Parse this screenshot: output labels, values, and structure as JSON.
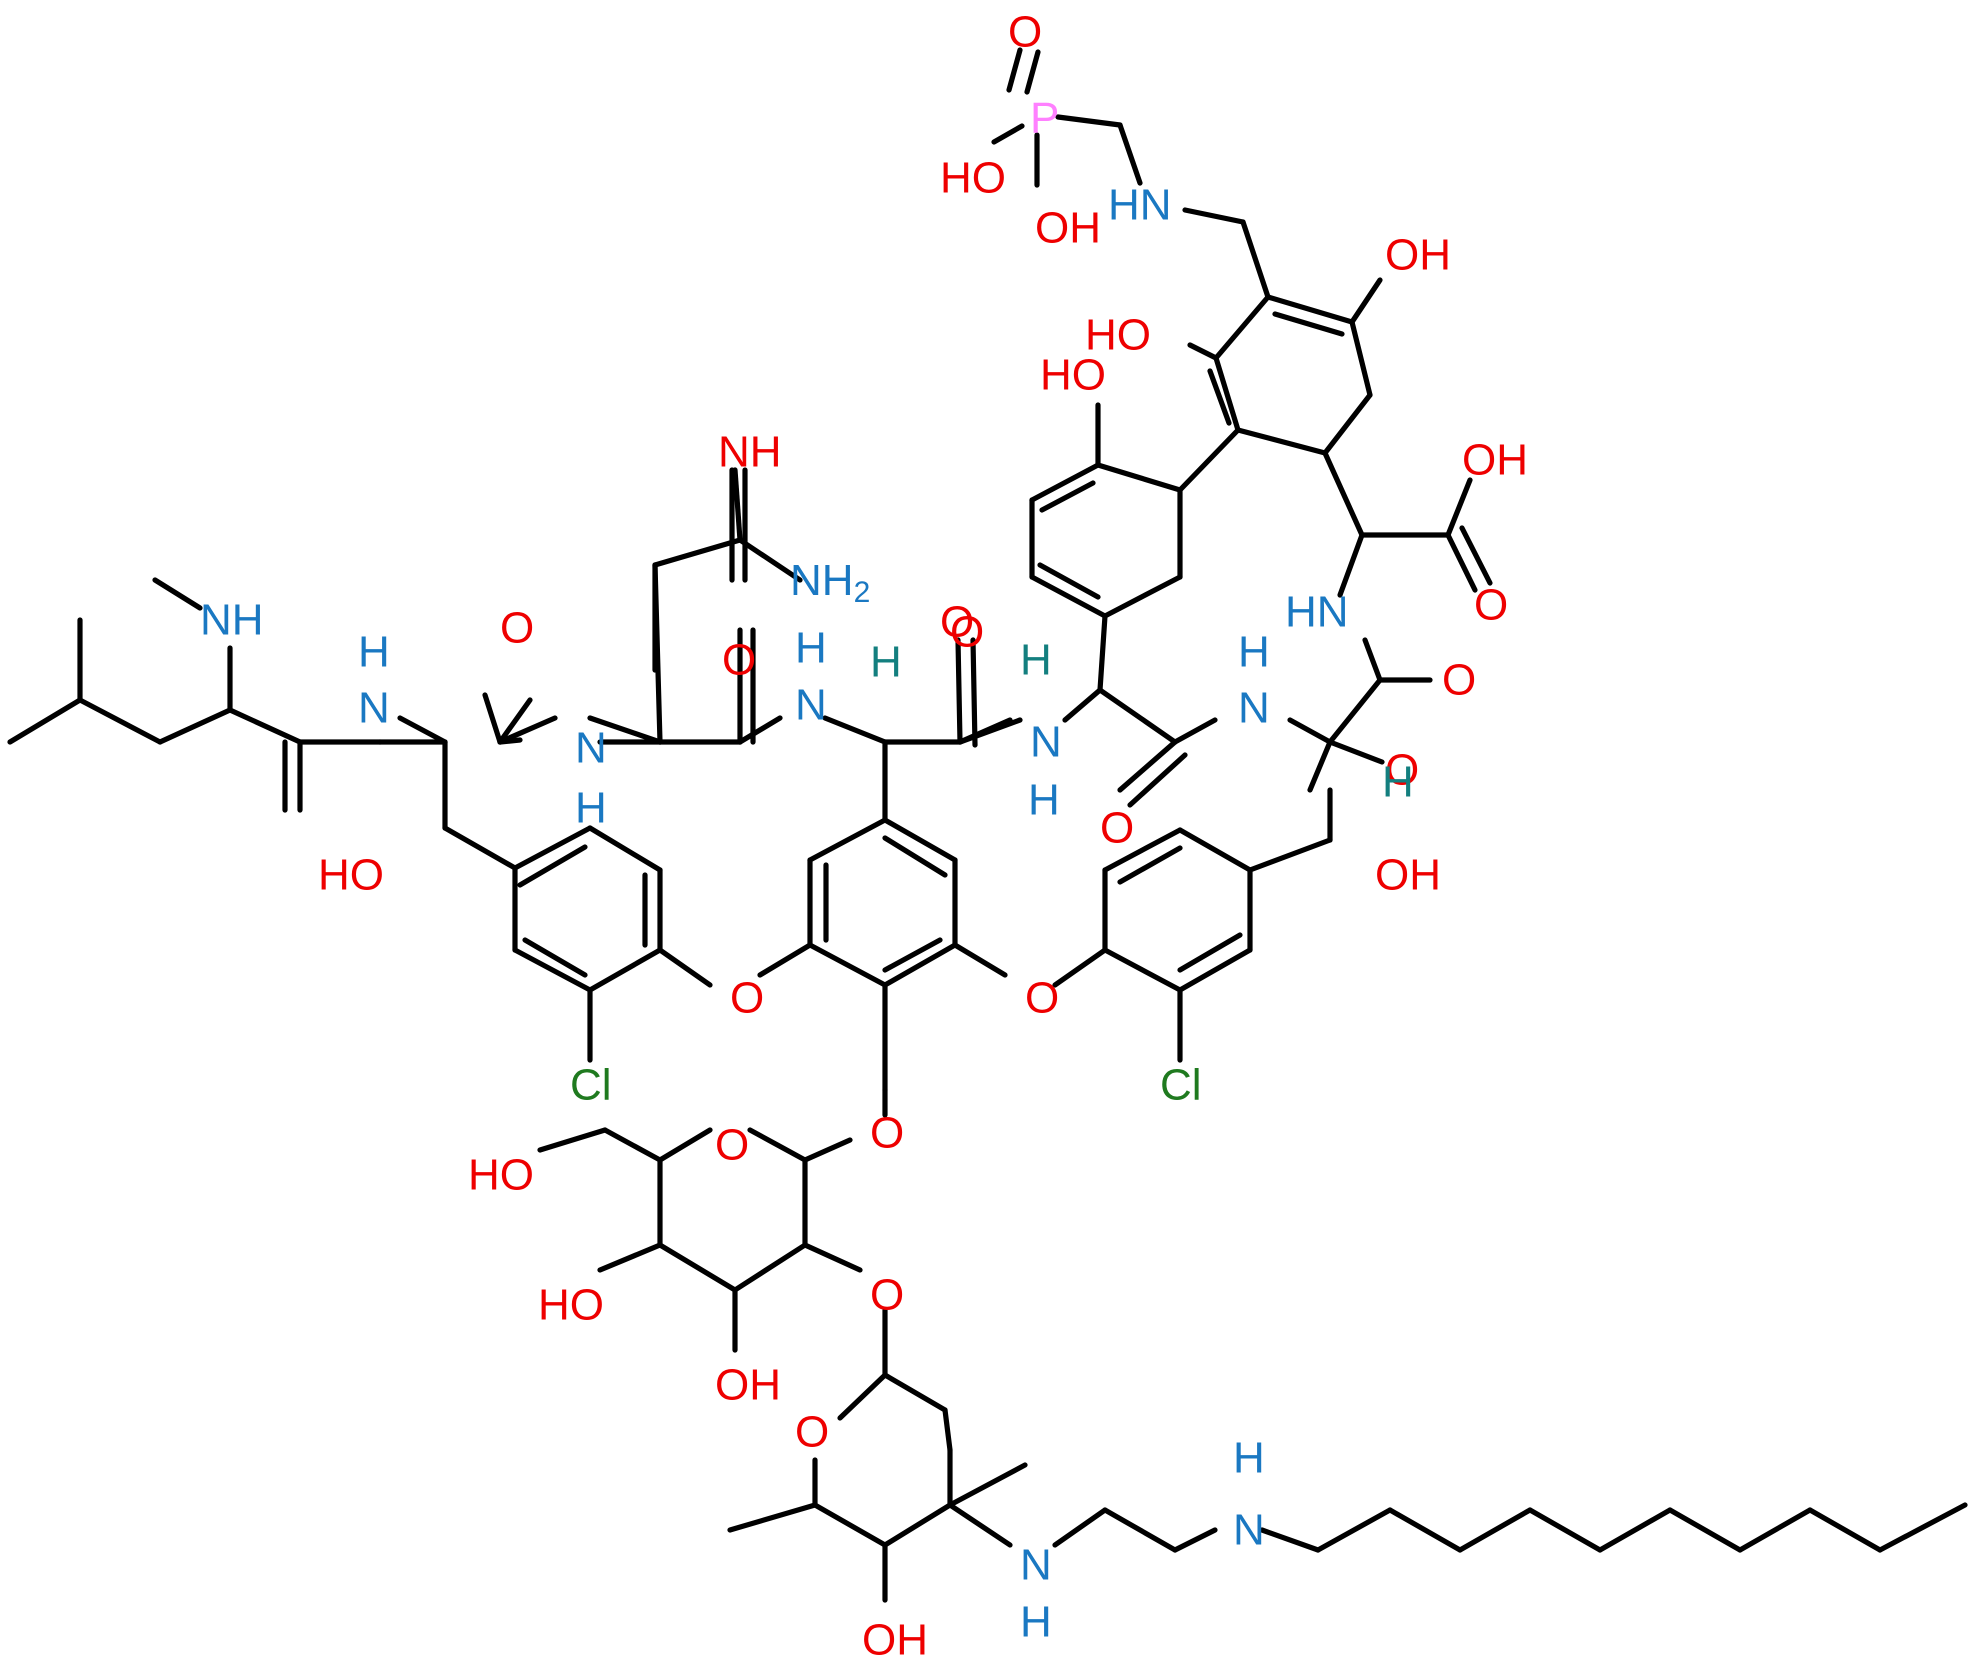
{
  "diagram": {
    "type": "chemical-structure",
    "colors": {
      "bond": "#000000",
      "O": "#ee0000",
      "N": "#1a78c2",
      "Cl": "#1f7a1f",
      "P": "#ff80ff",
      "H_stereo": "#137f7f"
    },
    "atom_labels": [
      {
        "id": "a1",
        "text": "O",
        "el": "O"
      },
      {
        "id": "a2",
        "text": "P",
        "el": "P"
      },
      {
        "id": "a3",
        "text": "HO",
        "el": "O"
      },
      {
        "id": "a4",
        "text": "OH",
        "el": "O"
      },
      {
        "id": "a5",
        "text": "HN",
        "el": "N"
      },
      {
        "id": "a6",
        "text": "OH",
        "el": "O"
      },
      {
        "id": "a7",
        "text": "HO",
        "el": "O"
      },
      {
        "id": "a8",
        "text": "HO",
        "el": "O"
      },
      {
        "id": "a9",
        "text": "OH",
        "el": "O"
      },
      {
        "id": "a10",
        "text": "O",
        "el": "O"
      },
      {
        "id": "a11",
        "text": "NH",
        "sub": "2",
        "el": "N"
      },
      {
        "id": "a12",
        "text": "HN",
        "el": "N"
      },
      {
        "id": "a13",
        "text": "O",
        "el": "O"
      },
      {
        "id": "a14",
        "text": "NH",
        "el": "N"
      },
      {
        "id": "a15",
        "text": "H",
        "el": "N"
      },
      {
        "id": "a16",
        "text": "N",
        "el": "N"
      },
      {
        "id": "a17",
        "text": "O",
        "el": "O"
      },
      {
        "id": "a18",
        "text": "O",
        "el": "O"
      },
      {
        "id": "a19",
        "text": "N",
        "el": "N"
      },
      {
        "id": "a20",
        "text": "H",
        "el": "N"
      },
      {
        "id": "a21",
        "text": "O",
        "el": "O"
      },
      {
        "id": "a22",
        "text": "N",
        "el": "N"
      },
      {
        "id": "a23",
        "text": "H",
        "el": "N"
      },
      {
        "id": "a24",
        "text": "H",
        "el": "H_stereo"
      },
      {
        "id": "a25",
        "text": "O",
        "el": "O"
      },
      {
        "id": "a26",
        "text": "H",
        "el": "H_stereo"
      },
      {
        "id": "a27",
        "text": "N",
        "el": "N"
      },
      {
        "id": "a28",
        "text": "H",
        "el": "N"
      },
      {
        "id": "a29",
        "text": "H",
        "el": "N"
      },
      {
        "id": "a30",
        "text": "N",
        "el": "N"
      },
      {
        "id": "a31",
        "text": "O",
        "el": "O"
      },
      {
        "id": "a32",
        "text": "O",
        "el": "O"
      },
      {
        "id": "a33",
        "text": "H",
        "el": "H_stereo"
      },
      {
        "id": "a34",
        "text": "HO",
        "el": "O"
      },
      {
        "id": "a35",
        "text": "OH",
        "el": "O"
      },
      {
        "id": "a36",
        "text": "O",
        "el": "O"
      },
      {
        "id": "a37",
        "text": "O",
        "el": "O"
      },
      {
        "id": "a38",
        "text": "Cl",
        "el": "Cl"
      },
      {
        "id": "a39",
        "text": "Cl",
        "el": "Cl"
      },
      {
        "id": "a40",
        "text": "O",
        "el": "O"
      },
      {
        "id": "a41",
        "text": "O",
        "el": "O"
      },
      {
        "id": "a42",
        "text": "HO",
        "el": "O"
      },
      {
        "id": "a43",
        "text": "HO",
        "el": "O"
      },
      {
        "id": "a44",
        "text": "O",
        "el": "O"
      },
      {
        "id": "a45",
        "text": "OH",
        "el": "O"
      },
      {
        "id": "a46",
        "text": "O",
        "el": "O"
      },
      {
        "id": "a47",
        "text": "H",
        "el": "N"
      },
      {
        "id": "a48",
        "text": "N",
        "el": "N"
      },
      {
        "id": "a49",
        "text": "N",
        "el": "N"
      },
      {
        "id": "a50",
        "text": "H",
        "el": "N"
      },
      {
        "id": "a51",
        "text": "OH",
        "el": "O"
      }
    ]
  }
}
